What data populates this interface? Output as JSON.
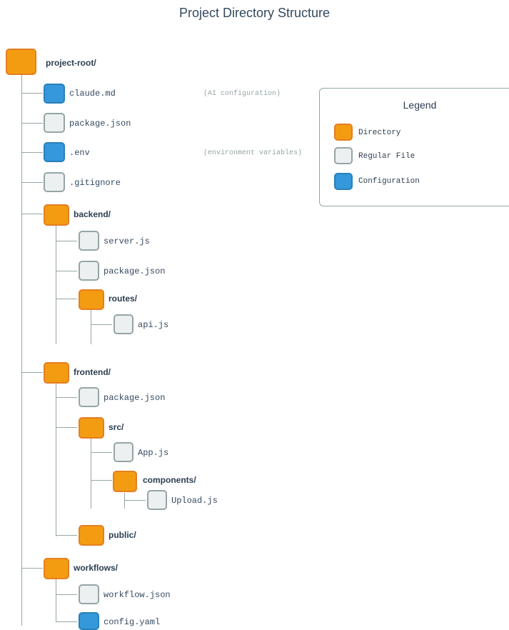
{
  "title": "Project Directory Structure",
  "root": {
    "name": "project-root/",
    "type": "directory"
  },
  "root_children": [
    {
      "name": "claude.md",
      "type": "config",
      "note": "(AI configuration)"
    },
    {
      "name": "package.json",
      "type": "file"
    },
    {
      "name": ".env",
      "type": "config",
      "note": "(environment variables)"
    },
    {
      "name": ".gitignore",
      "type": "file"
    },
    {
      "name": "backend/",
      "type": "directory",
      "children": [
        {
          "name": "server.js",
          "type": "file"
        },
        {
          "name": "package.json",
          "type": "file"
        },
        {
          "name": "routes/",
          "type": "directory",
          "children": [
            {
              "name": "api.js",
              "type": "file"
            }
          ]
        }
      ]
    },
    {
      "name": "frontend/",
      "type": "directory",
      "children": [
        {
          "name": "package.json",
          "type": "file"
        },
        {
          "name": "src/",
          "type": "directory",
          "children": [
            {
              "name": "App.js",
              "type": "file"
            },
            {
              "name": "components/",
              "type": "directory",
              "children": [
                {
                  "name": "Upload.js",
                  "type": "file"
                }
              ]
            }
          ]
        },
        {
          "name": "public/",
          "type": "directory"
        }
      ]
    },
    {
      "name": "workflows/",
      "type": "directory",
      "children": [
        {
          "name": "workflow.json",
          "type": "file"
        },
        {
          "name": "config.yaml",
          "type": "config"
        }
      ]
    }
  ],
  "legend": {
    "title": "Legend",
    "items": [
      {
        "label": "Directory",
        "type": "directory"
      },
      {
        "label": "Regular File",
        "type": "file"
      },
      {
        "label": "Configuration",
        "type": "config"
      }
    ]
  },
  "colors": {
    "directory_fill": "#f39c12",
    "directory_border": "#e67e22",
    "file_fill": "#ecf0f1",
    "file_border": "#95a5a6",
    "config_fill": "#3498db",
    "config_border": "#2980b9",
    "line": "#95a5a6"
  }
}
